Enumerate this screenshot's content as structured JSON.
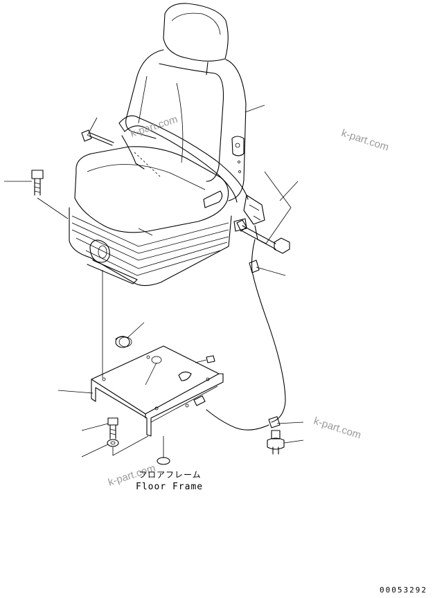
{
  "labels": {
    "floor_frame_jp": "フロアフレーム",
    "floor_frame_en": "Floor Frame"
  },
  "watermarks": [
    "k-part.com",
    "k-part.com",
    "k-part.com",
    "k-part.com"
  ],
  "document_number": "00053292"
}
